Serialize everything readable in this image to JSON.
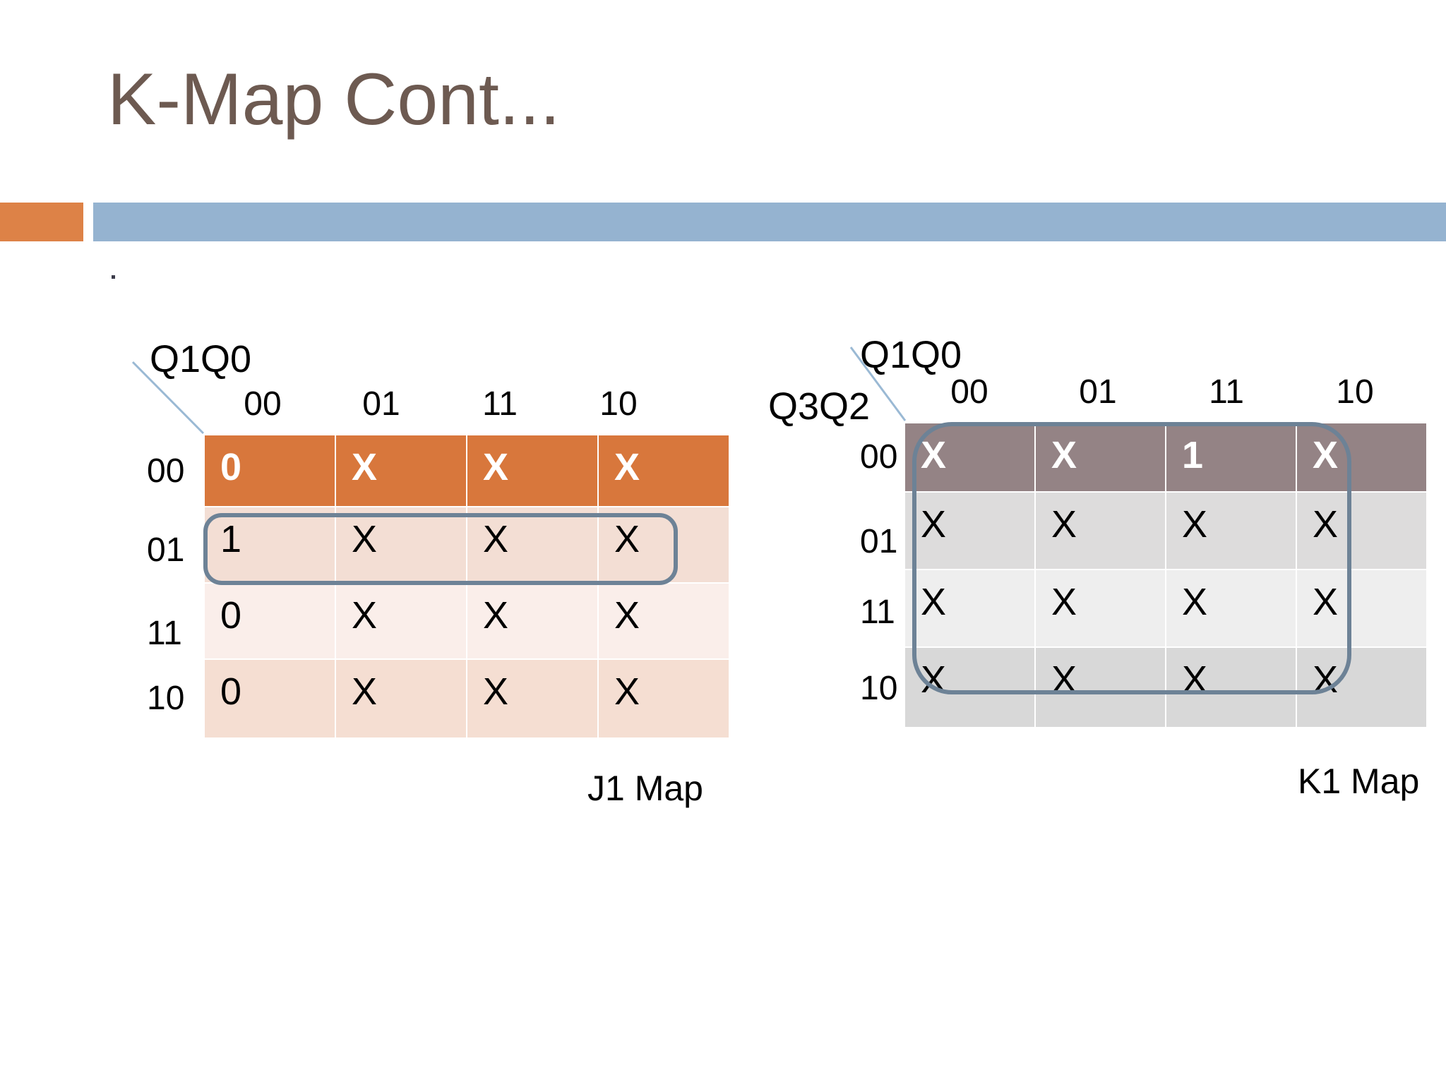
{
  "slide": {
    "title": "K-Map Cont...",
    "title_color": "#6d5a51",
    "accent_orange": "#dd8247",
    "accent_blue": "#95b3d0",
    "background": "#ffffff"
  },
  "maps": [
    {
      "id": "j1",
      "caption": "J1 Map",
      "column_axis_label": "Q1Q0",
      "row_axis_label": "",
      "column_headers": [
        "00",
        "01",
        "11",
        "10"
      ],
      "row_headers": [
        "00",
        "01",
        "11",
        "10"
      ],
      "rows": [
        [
          "0",
          "X",
          "X",
          "X"
        ],
        [
          "1",
          "X",
          "X",
          "X"
        ],
        [
          "0",
          "X",
          "X",
          "X"
        ],
        [
          "0",
          "X",
          "X",
          "X"
        ]
      ],
      "highlight_row_color": "#d8773c",
      "group_color": "#6d8296",
      "grouping_note": "row 01 — all four columns"
    },
    {
      "id": "k1",
      "caption": "K1 Map",
      "column_axis_label": "Q1Q0",
      "row_axis_label": "Q3Q2",
      "column_headers": [
        "00",
        "01",
        "11",
        "10"
      ],
      "row_headers": [
        "00",
        "01",
        "11",
        "10"
      ],
      "rows": [
        [
          "X",
          "X",
          "1",
          "X"
        ],
        [
          "X",
          "X",
          "X",
          "X"
        ],
        [
          "X",
          "X",
          "X",
          "X"
        ],
        [
          "X",
          "X",
          "X",
          "X"
        ]
      ],
      "highlight_row_color": "#948385",
      "group_color": "#6d8296",
      "grouping_note": "all four rows, all four columns"
    }
  ]
}
